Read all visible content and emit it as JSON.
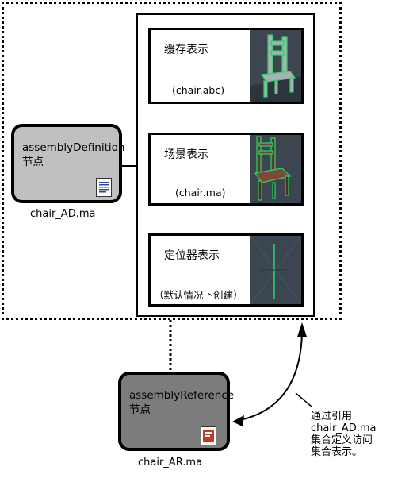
{
  "definition_node": {
    "title_line1": "assemblyDefinition",
    "title_line2": "节点",
    "filename": "chair_AD.ma",
    "icon": "document-icon"
  },
  "reference_node": {
    "title_line1": "assemblyReference",
    "title_line2": "节点",
    "filename": "chair_AR.ma",
    "icon": "maya-file-icon"
  },
  "representations": [
    {
      "label": "缓存表示",
      "file": "(chair.abc)"
    },
    {
      "label": "场景表示",
      "file": "(chair.ma)"
    },
    {
      "label": "定位器表示",
      "file": "（默认情况下创建）"
    }
  ],
  "note": {
    "line1": "通过引用",
    "line2": "chair_AD.ma",
    "line3": "集合定义访问",
    "line4": "集合表示。"
  },
  "colors": {
    "definition_fill": "#c0c0c0",
    "reference_fill": "#7c7c7c",
    "thumb_bg": "#3b4650",
    "wire_green": "#2fd36a"
  }
}
